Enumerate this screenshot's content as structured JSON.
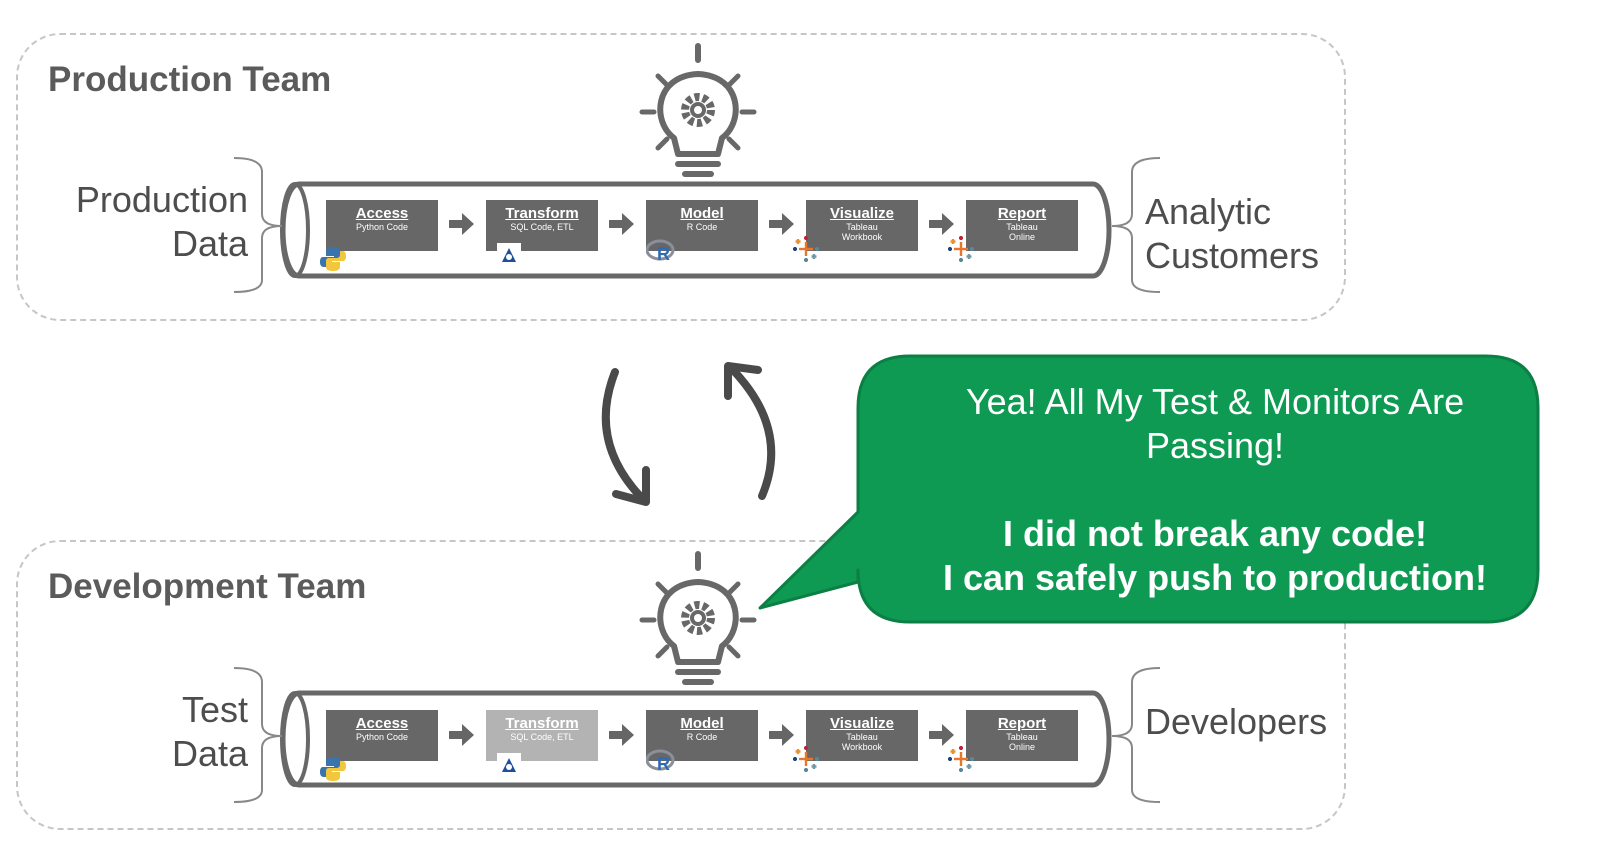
{
  "production": {
    "title": "Production Team",
    "left_label_line1": "Production",
    "left_label_line2": "Data",
    "right_label_line1": "Analytic",
    "right_label_line2": "Customers",
    "stages": [
      {
        "title": "Access",
        "sub": "Python Code",
        "icon": "python-logo-icon",
        "faded": false
      },
      {
        "title": "Transform",
        "sub": "SQL Code, ETL",
        "icon": "etl-tool-icon",
        "faded": false
      },
      {
        "title": "Model",
        "sub": "R Code",
        "icon": "r-logo-icon",
        "faded": false
      },
      {
        "title": "Visualize",
        "sub": "Tableau\nWorkbook",
        "icon": "tableau-logo-icon",
        "faded": false
      },
      {
        "title": "Report",
        "sub": "Tableau\nOnline",
        "icon": "tableau-logo-icon",
        "faded": false
      }
    ]
  },
  "development": {
    "title": "Development Team",
    "left_label_line1": "Test",
    "left_label_line2": "Data",
    "right_label": "Developers",
    "stages": [
      {
        "title": "Access",
        "sub": "Python Code",
        "icon": "python-logo-icon",
        "faded": false
      },
      {
        "title": "Transform",
        "sub": "SQL Code, ETL",
        "icon": "etl-tool-icon",
        "faded": true
      },
      {
        "title": "Model",
        "sub": "R Code",
        "icon": "r-logo-icon",
        "faded": false
      },
      {
        "title": "Visualize",
        "sub": "Tableau\nWorkbook",
        "icon": "tableau-logo-icon",
        "faded": false
      },
      {
        "title": "Report",
        "sub": "Tableau\nOnline",
        "icon": "tableau-logo-icon",
        "faded": false
      }
    ]
  },
  "callout": {
    "line1": "Yea! All My Test & Monitors Are",
    "line2": "Passing!",
    "line3": "I did not break any code!",
    "line4": "I can safely push to production!",
    "color": "#0e9a53"
  },
  "colors": {
    "stage": "#676767",
    "stage_faded": "#b3b3b3",
    "outline": "#686868",
    "dashed_border": "#c6c6c6"
  }
}
